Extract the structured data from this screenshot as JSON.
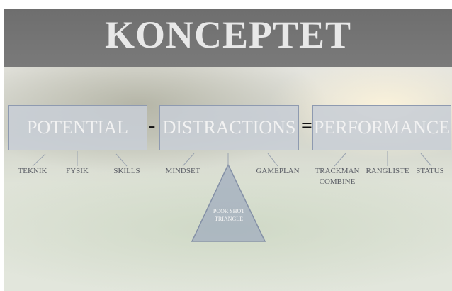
{
  "title": "KONCEPTET",
  "boxes": {
    "potential": "POTENTIAL",
    "distractions": "DISTRACTIONS",
    "performance": "PERFORMANCE"
  },
  "operators": {
    "minus": "-",
    "equals": "="
  },
  "potential_items": [
    "TEKNIK",
    "FYSIK",
    "SKILLS"
  ],
  "distraction_items": [
    "MINDSET",
    "GAMEPLAN"
  ],
  "performance_items": [
    "TRACKMAN COMBINE",
    "RANGLISTE",
    "STATUS"
  ],
  "triangle": {
    "line1": "POOR SHOT",
    "line2": "TRIANGLE"
  },
  "colors": {
    "title_bar": "#6e6e6e",
    "box_fill": "#c8ced6",
    "box_border": "#8e9ab0",
    "triangle_fill": "#a9b3c3"
  }
}
